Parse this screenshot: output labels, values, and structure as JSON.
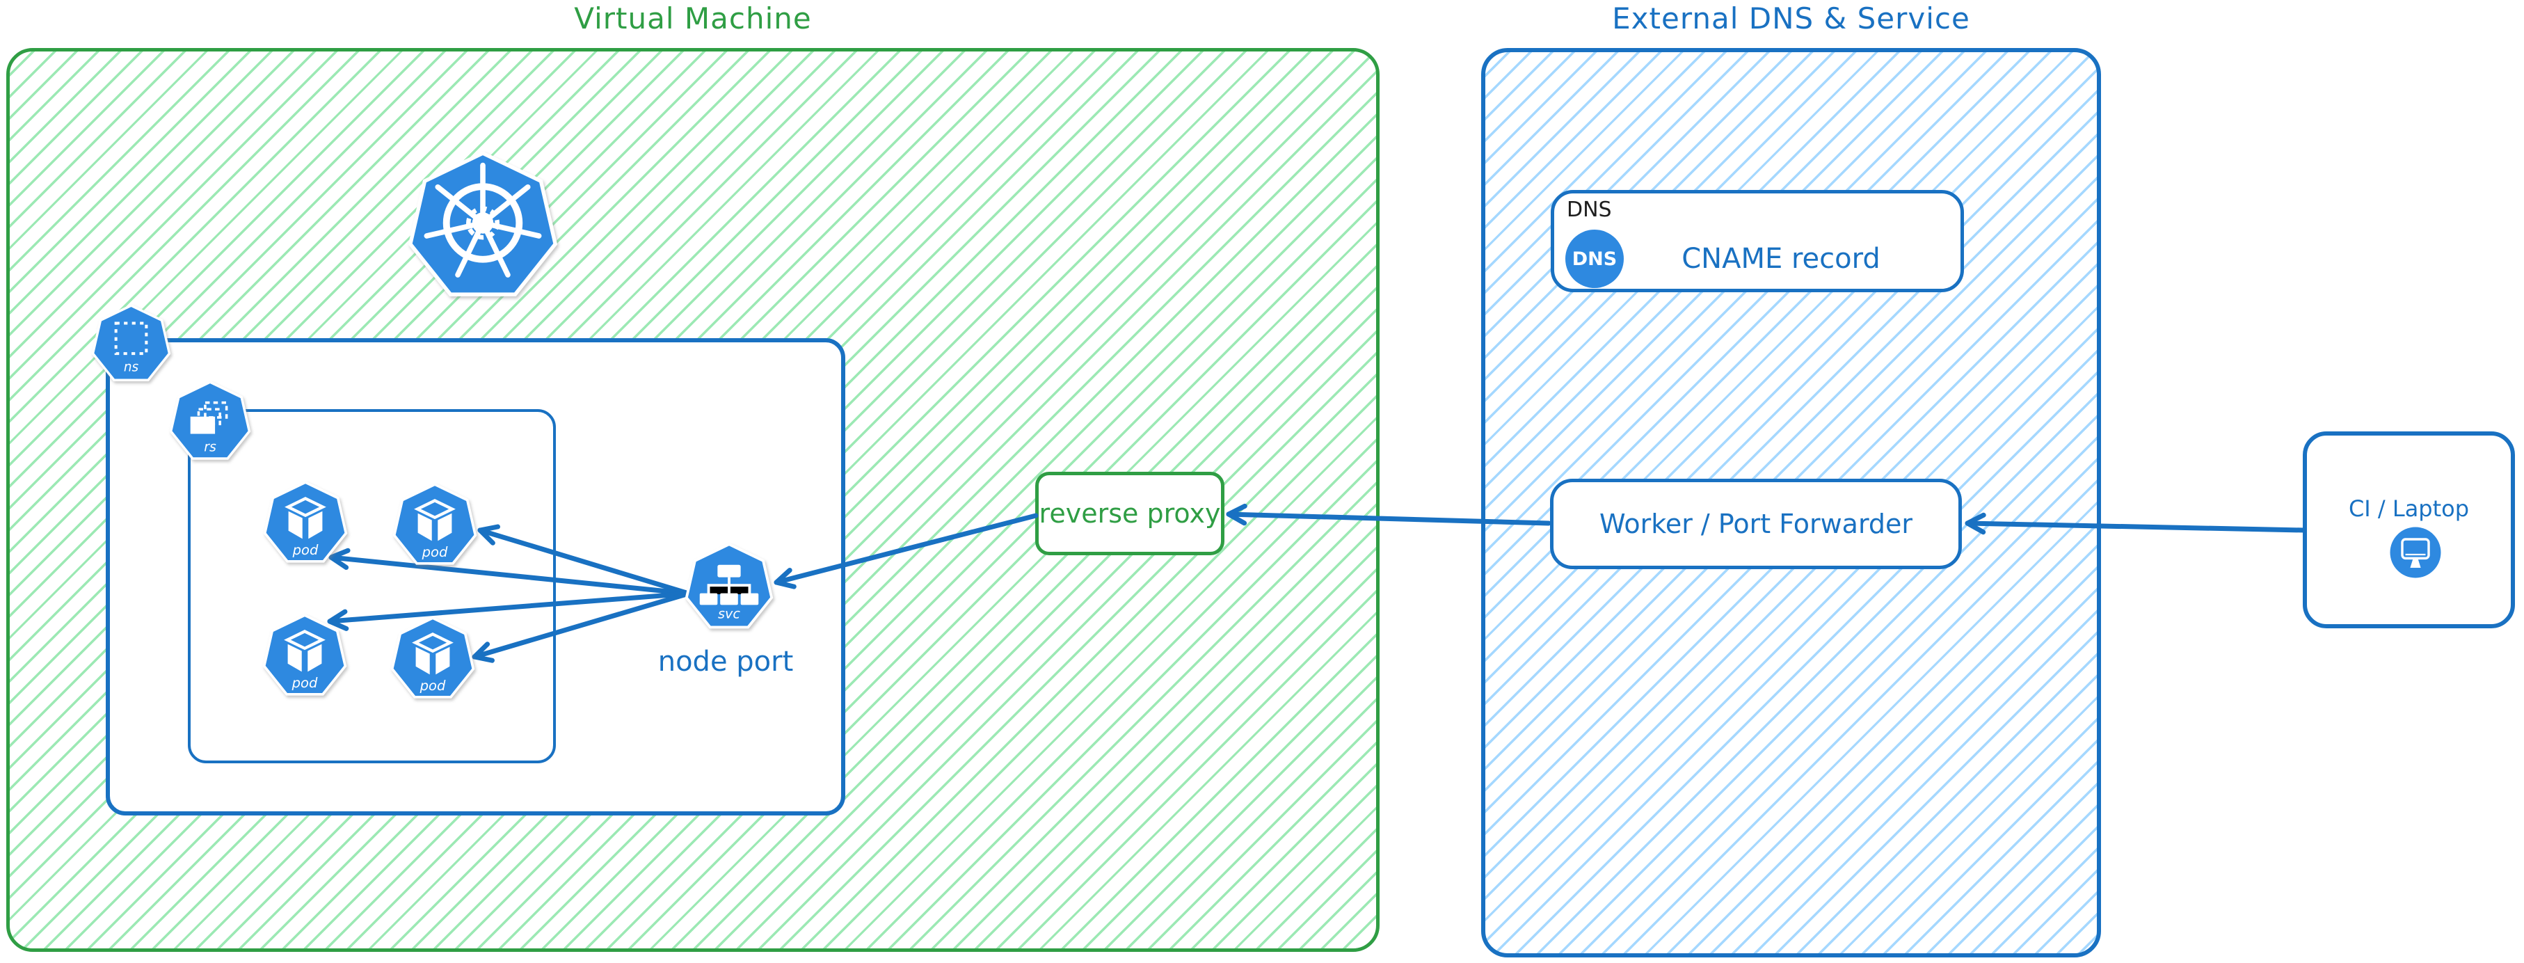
{
  "colors": {
    "green_stroke": "#2f9e44",
    "green_hatch": "#9ce9b4",
    "blue_stroke": "#1971c2",
    "blue_hatch": "#a5d8ff",
    "icon_blue": "#2e89e0",
    "text_black": "#1e1e1e",
    "card_fill": "#ffffff"
  },
  "groups": {
    "vm": {
      "title": "Virtual Machine"
    },
    "external": {
      "title": "External DNS & Service"
    }
  },
  "icons": {
    "kubernetes": "kubernetes-logo",
    "ns_label": "ns",
    "rs_label": "rs",
    "pod_label": "pod",
    "svc_label": "svc"
  },
  "labels": {
    "node_port": "node port",
    "reverse_proxy": "reverse proxy",
    "worker": "Worker / Port Forwarder",
    "ci": "CI / Laptop",
    "dns_tag": "DNS",
    "dns_badge": "DNS",
    "cname": "CNAME record"
  }
}
